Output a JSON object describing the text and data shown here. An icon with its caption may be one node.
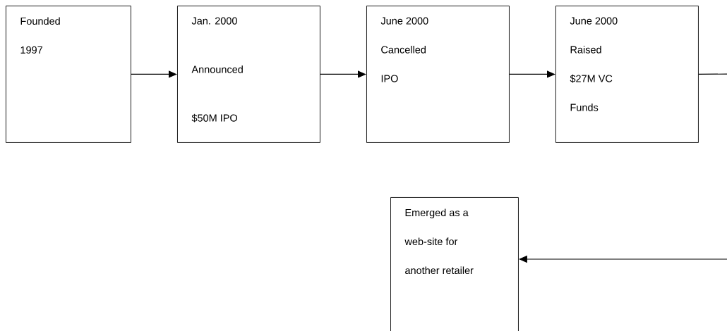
{
  "diagram": {
    "nodes": [
      {
        "text": [
          "Founded 1997"
        ]
      },
      {
        "text": [
          "Jan. 2000",
          "Announced",
          "$50M IPO"
        ]
      },
      {
        "text": [
          "June 2000 Cancelled IPO"
        ]
      },
      {
        "text": [
          "June 2000 Raised $27M VC Funds"
        ]
      },
      {
        "text": [
          "Emerged as a web-site for another retailer"
        ]
      }
    ],
    "edges": [
      {
        "from": 0,
        "to": 1,
        "arrow": "to"
      },
      {
        "from": 1,
        "to": 2,
        "arrow": "to"
      },
      {
        "from": 2,
        "to": 3,
        "arrow": "to"
      },
      {
        "from": 3,
        "to": 4,
        "arrow": "to"
      }
    ]
  }
}
